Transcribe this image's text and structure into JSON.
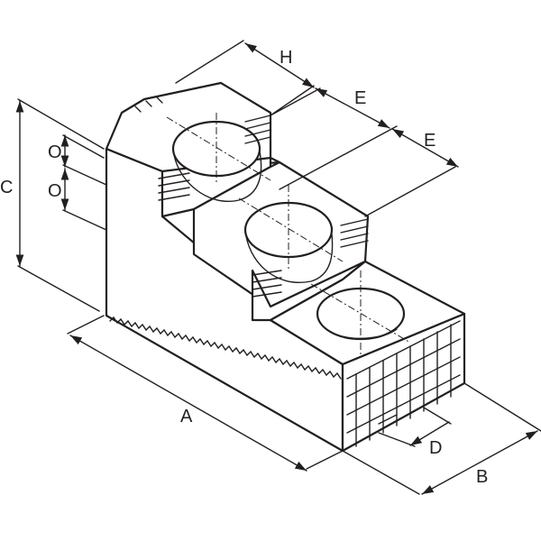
{
  "diagram": {
    "labels": {
      "H": "H",
      "E1": "E",
      "E2": "E",
      "C": "C",
      "O1": "O",
      "O2": "O",
      "A": "A",
      "D": "D",
      "B": "B"
    },
    "colors": {
      "line": "#231f20",
      "background": "#ffffff",
      "shade": "#e6e6e6"
    }
  }
}
